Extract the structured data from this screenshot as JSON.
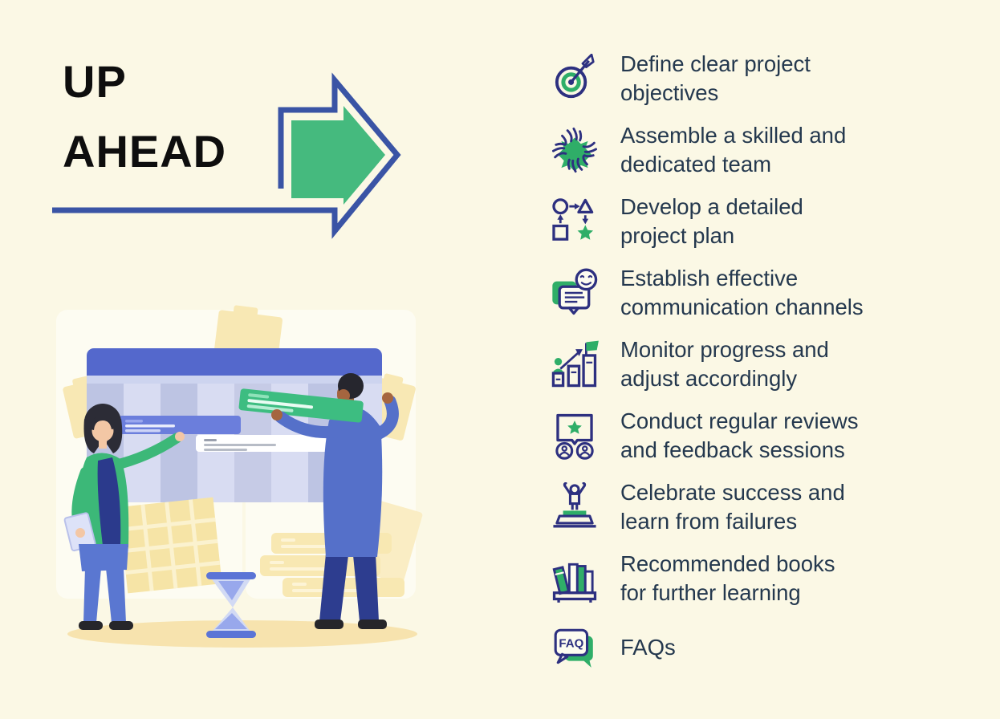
{
  "page": {
    "background_color": "#fbf8e5",
    "type": "infographic-slide"
  },
  "header": {
    "title_line1": "UP",
    "title_line2": "AHEAD"
  },
  "arrow": {
    "outline_color": "#3a54a5",
    "fill_color": "#45ba7e",
    "direction": "right"
  },
  "illustration": {
    "name": "team-planning-board-illustration",
    "elements": [
      "project-board",
      "blue-task-card",
      "white-task-card",
      "green-task-card",
      "woman-with-tablet",
      "man-placing-card",
      "hourglass",
      "sticky-notes",
      "calendar-grid"
    ]
  },
  "list": {
    "text_color": "#24384e",
    "icon_navy": "#2d3080",
    "icon_green": "#2fae68",
    "faq_icon_text": "FAQ",
    "items": [
      {
        "icon": "target-dart-icon",
        "lines": [
          "Define clear project",
          "objectives"
        ]
      },
      {
        "icon": "team-hands-icon",
        "lines": [
          "Assemble a skilled and",
          "dedicated team"
        ]
      },
      {
        "icon": "flowchart-icon",
        "lines": [
          "Develop a detailed",
          "project plan"
        ]
      },
      {
        "icon": "chat-smiley-icon",
        "lines": [
          "Establish effective",
          "communication channels"
        ]
      },
      {
        "icon": "progress-chart-icon",
        "lines": [
          "Monitor progress and",
          "adjust accordingly"
        ]
      },
      {
        "icon": "review-screen-icon",
        "lines": [
          "Conduct regular reviews",
          "and feedback sessions"
        ]
      },
      {
        "icon": "celebrate-podium-icon",
        "lines": [
          "Celebrate success and",
          "learn from failures"
        ]
      },
      {
        "icon": "books-shelf-icon",
        "lines": [
          "Recommended books",
          "for further learning"
        ]
      },
      {
        "icon": "faq-bubble-icon",
        "lines": [
          "FAQs",
          ""
        ]
      }
    ]
  }
}
